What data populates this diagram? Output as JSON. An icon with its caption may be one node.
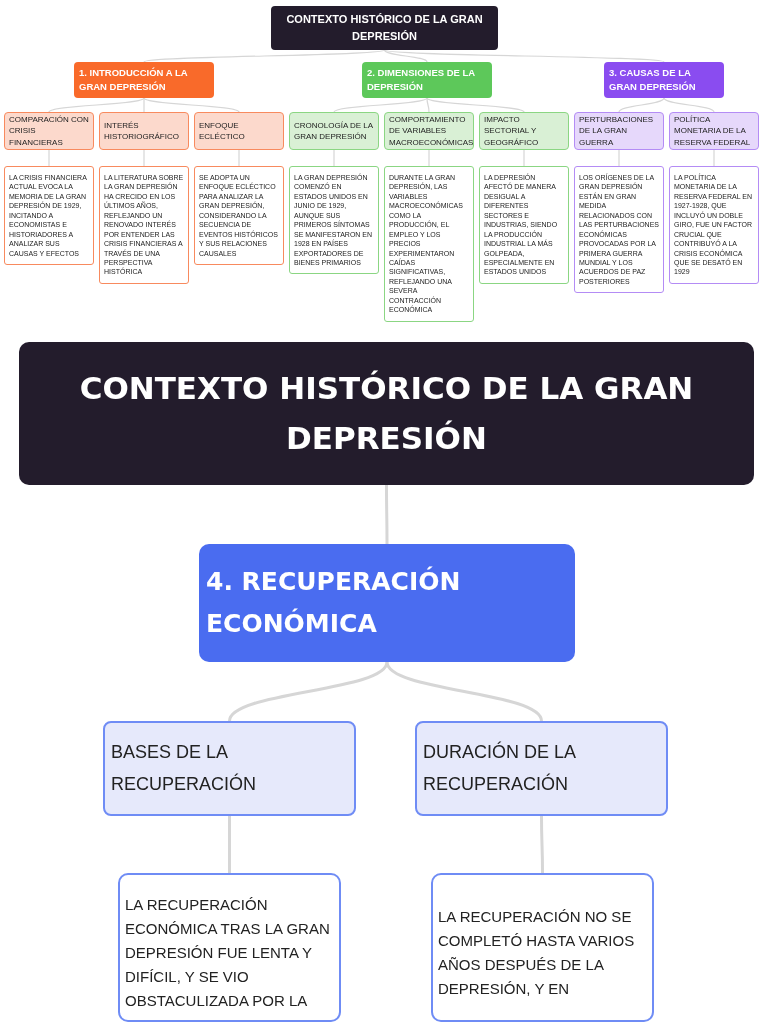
{
  "diagram": {
    "nodes": [
      {
        "text": [
          "CONTEXTO HISTÓRICO DE LA GRAN DEPRESIÓN"
        ]
      },
      {
        "text": [
          "1. INTRODUCCIÓN A LA GRAN DEPRESIÓN"
        ]
      },
      {
        "text": [
          "2. DIMENSIONES DE LA DEPRESIÓN"
        ]
      },
      {
        "text": [
          "3. CAUSAS DE LA GRAN DEPRESIÓN"
        ]
      },
      {
        "text": [
          "COMPARACIÓN CON CRISIS FINANCIERAS"
        ]
      },
      {
        "text": [
          "INTERÉS HISTORIOGRÁFICO"
        ]
      },
      {
        "text": [
          "ENFOQUE ECLÉCTICO"
        ]
      },
      {
        "text": [
          "CRONOLOGÍA DE LA GRAN DEPRESIÓN"
        ]
      },
      {
        "text": [
          "COMPORTAMIENTO DE VARIABLES MACROECONÓMICAS"
        ]
      },
      {
        "text": [
          "IMPACTO SECTORIAL Y GEOGRÁFICO"
        ]
      },
      {
        "text": [
          "PERTURBACIONES DE LA GRAN GUERRA"
        ]
      },
      {
        "text": [
          "POLÍTICA MONETARIA DE LA RESERVA FEDERAL"
        ]
      },
      {
        "text": [
          "LA CRISIS FINANCIERA ACTUAL EVOCA LA MEMORIA DE LA GRAN DEPRESIÓN DE 1929, INCITANDO A ECONOMISTAS E HISTORIADORES A ANALIZAR SUS CAUSAS Y EFECTOS"
        ]
      },
      {
        "text": [
          "LA LITERATURA SOBRE LA GRAN DEPRESIÓN HA CRECIDO EN LOS ÚLTIMOS AÑOS, REFLEJANDO UN RENOVADO INTERÉS POR ENTENDER LAS CRISIS FINANCIERAS A TRAVÉS DE UNA PERSPECTIVA HISTÓRICA"
        ]
      },
      {
        "text": [
          "SE ADOPTA UN ENFOQUE ECLÉCTICO PARA ANALIZAR LA GRAN DEPRESIÓN, CONSIDERANDO LA SECUENCIA DE EVENTOS HISTÓRICOS Y SUS RELACIONES CAUSALES"
        ]
      },
      {
        "text": [
          "LA GRAN DEPRESIÓN COMENZÓ EN ESTADOS UNIDOS EN JUNIO DE 1929, AUNQUE SUS PRIMEROS SÍNTOMAS SE MANIFESTARON EN 1928 EN PAÍSES EXPORTADORES DE BIENES PRIMARIOS"
        ]
      },
      {
        "text": [
          "DURANTE LA GRAN DEPRESIÓN, LAS VARIABLES MACROECONÓMICAS COMO LA PRODUCCIÓN, EL EMPLEO Y LOS PRECIOS EXPERIMENTARON CAÍDAS SIGNIFICATIVAS, REFLEJANDO UNA SEVERA CONTRACCIÓN ECONÓMICA"
        ]
      },
      {
        "text": [
          "LA DEPRESIÓN AFECTÓ DE MANERA DESIGUAL A DIFERENTES SECTORES E INDUSTRIAS, SIENDO LA PRODUCCIÓN INDUSTRIAL LA MÁS GOLPEADA, ESPECIALMENTE EN ESTADOS UNIDOS"
        ]
      },
      {
        "text": [
          "LOS ORÍGENES DE LA GRAN DEPRESIÓN ESTÁN EN GRAN MEDIDA RELACIONADOS CON LAS PERTURBACIONES ECONÓMICAS PROVOCADAS POR LA PRIMERA GUERRA MUNDIAL Y LOS ACUERDOS DE PAZ POSTERIORES"
        ]
      },
      {
        "text": [
          "LA POLÍTICA MONETARIA DE LA RESERVA FEDERAL EN 1927-1928, QUE INCLUYÓ UN DOBLE GIRO, FUE UN FACTOR CRUCIAL QUE CONTRIBUYÓ A LA CRISIS ECONÓMICA QUE SE DESATÓ EN 1929"
        ]
      },
      {
        "text": [
          "CONTEXTO HISTÓRICO DE LA GRAN DEPRESIÓN"
        ]
      },
      {
        "text": [
          "4. RECUPERACIÓN ECONÓMICA"
        ]
      },
      {
        "text": [
          "BASES DE LA RECUPERACIÓN"
        ]
      },
      {
        "text": [
          "DURACIÓN DE LA RECUPERACIÓN"
        ]
      },
      {
        "text": [
          "LA RECUPERACIÓN ECONÓMICA TRAS LA GRAN DEPRESIÓN FUE LENTA Y DIFÍCIL, Y SE VIO OBSTACULIZADA POR LA"
        ]
      },
      {
        "text": [
          "LA RECUPERACIÓN NO SE COMPLETÓ HASTA VARIOS AÑOS DESPUÉS DE LA DEPRESIÓN, Y EN"
        ]
      }
    ],
    "edges": [
      {
        "from": 0,
        "to": 1,
        "arrow": "none"
      },
      {
        "from": 0,
        "to": 2,
        "arrow": "none"
      },
      {
        "from": 0,
        "to": 3,
        "arrow": "none"
      },
      {
        "from": 1,
        "to": 4,
        "arrow": "none"
      },
      {
        "from": 1,
        "to": 5,
        "arrow": "none"
      },
      {
        "from": 1,
        "to": 6,
        "arrow": "none"
      },
      {
        "from": 2,
        "to": 7,
        "arrow": "none"
      },
      {
        "from": 2,
        "to": 8,
        "arrow": "none"
      },
      {
        "from": 2,
        "to": 9,
        "arrow": "none"
      },
      {
        "from": 3,
        "to": 10,
        "arrow": "none"
      },
      {
        "from": 3,
        "to": 11,
        "arrow": "none"
      },
      {
        "from": 4,
        "to": 12,
        "arrow": "none"
      },
      {
        "from": 5,
        "to": 13,
        "arrow": "none"
      },
      {
        "from": 6,
        "to": 14,
        "arrow": "none"
      },
      {
        "from": 7,
        "to": 15,
        "arrow": "none"
      },
      {
        "from": 8,
        "to": 16,
        "arrow": "none"
      },
      {
        "from": 9,
        "to": 17,
        "arrow": "none"
      },
      {
        "from": 10,
        "to": 18,
        "arrow": "none"
      },
      {
        "from": 11,
        "to": 19,
        "arrow": "none"
      },
      {
        "from": 20,
        "to": 21,
        "arrow": "none",
        "style": "thick"
      },
      {
        "from": 21,
        "to": 22,
        "arrow": "none",
        "style": "thick"
      },
      {
        "from": 21,
        "to": 23,
        "arrow": "none",
        "style": "thick"
      },
      {
        "from": 22,
        "to": 24,
        "arrow": "none",
        "style": "thick"
      },
      {
        "from": 23,
        "to": 25,
        "arrow": "none",
        "style": "thick"
      }
    ]
  }
}
